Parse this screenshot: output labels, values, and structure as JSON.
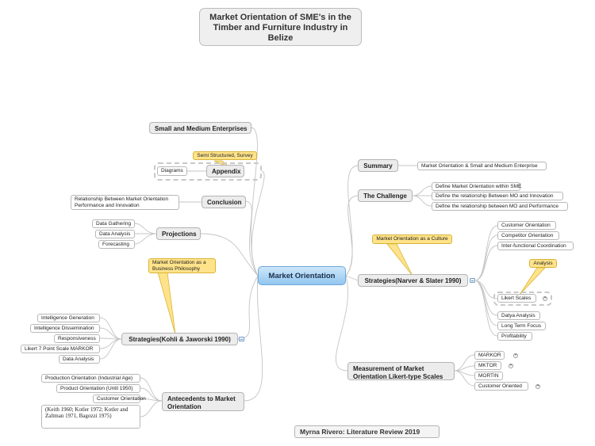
{
  "title": "Market Orientation of SME's in the Timber and Furniture Industry in Belize",
  "central": "Market Orientation",
  "footer": "Myrna Rivero: Literature Review 2019",
  "left": {
    "sme": "Small and Medium Enterprises",
    "appendix": {
      "label": "Appendix",
      "note": "Semi Structured, Survey",
      "child": "Diagrams"
    },
    "conclusion": {
      "label": "Conclusion",
      "child": "Relationship Between Market Orientation Performance and Innovation"
    },
    "projections": {
      "label": "Projections",
      "children": [
        "Data Gathering",
        "Data Analysis",
        "Forecasting"
      ]
    },
    "kohli": {
      "label": "Strategies(Kohli & Jaworski 1990)",
      "note": "Market Orientation as a Business Philosophy",
      "children": [
        "Intelligence Generation",
        "Intelligence Dissemination",
        "Responsiveness",
        "Likert 7 Point Scale MARKOR",
        "Data Analysis"
      ]
    },
    "antecedents": {
      "label": "Antecedents to Market Orientation",
      "children": [
        "Production Orientation (Industrial Age)",
        "Product Orientation (Until 1950)",
        "Customer Orientation",
        "(Keith 1960; Kotler 1972; Kotler and Zaltman 1971, Bagozzi 1975)"
      ]
    }
  },
  "right": {
    "summary": {
      "label": "Summary",
      "child": "Market Orientation & Small and Medium Enterprise"
    },
    "challenge": {
      "label": "The Challenge",
      "children": [
        "Define Market Orientation within SME",
        "Define the relationship Between MO and Innovation",
        "Define the relationship between MO and Performance"
      ]
    },
    "narver": {
      "label": "Strategies(Narver & Slater 1990)",
      "note": "Market Orientation as a Culture",
      "children": [
        "Customer Orientation",
        "Competitor Orientation",
        "Inter-functional Coordination",
        "Likert Scales",
        "Datya Analysis",
        "Long Term Focus",
        "Profitability"
      ],
      "likert_note": "Analysis"
    },
    "measurement": {
      "label": "Measurement  of Market Orientation  Likert-type Scales",
      "children": [
        "MARKOR",
        "MKTOR",
        "MORTIN",
        "Customer Oriented"
      ]
    }
  },
  "colors": {
    "line": "#c4c4c4",
    "note_fill": "#ffe38a",
    "note_border": "#d9b437",
    "central_fill": "#9fcdf3"
  }
}
